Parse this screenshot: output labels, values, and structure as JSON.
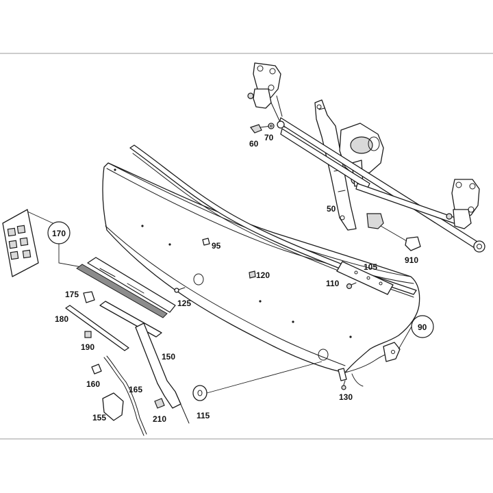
{
  "callouts": {
    "c50": "50",
    "c60": "60",
    "c70": "70",
    "c90": "90",
    "c95": "95",
    "c105": "105",
    "c110": "110",
    "c115": "115",
    "c120": "120",
    "c125": "125",
    "c130": "130",
    "c150": "150",
    "c155": "155",
    "c160": "160",
    "c165": "165",
    "c170": "170",
    "c175": "175",
    "c180": "180",
    "c190": "190",
    "c210": "210",
    "c910": "910"
  }
}
